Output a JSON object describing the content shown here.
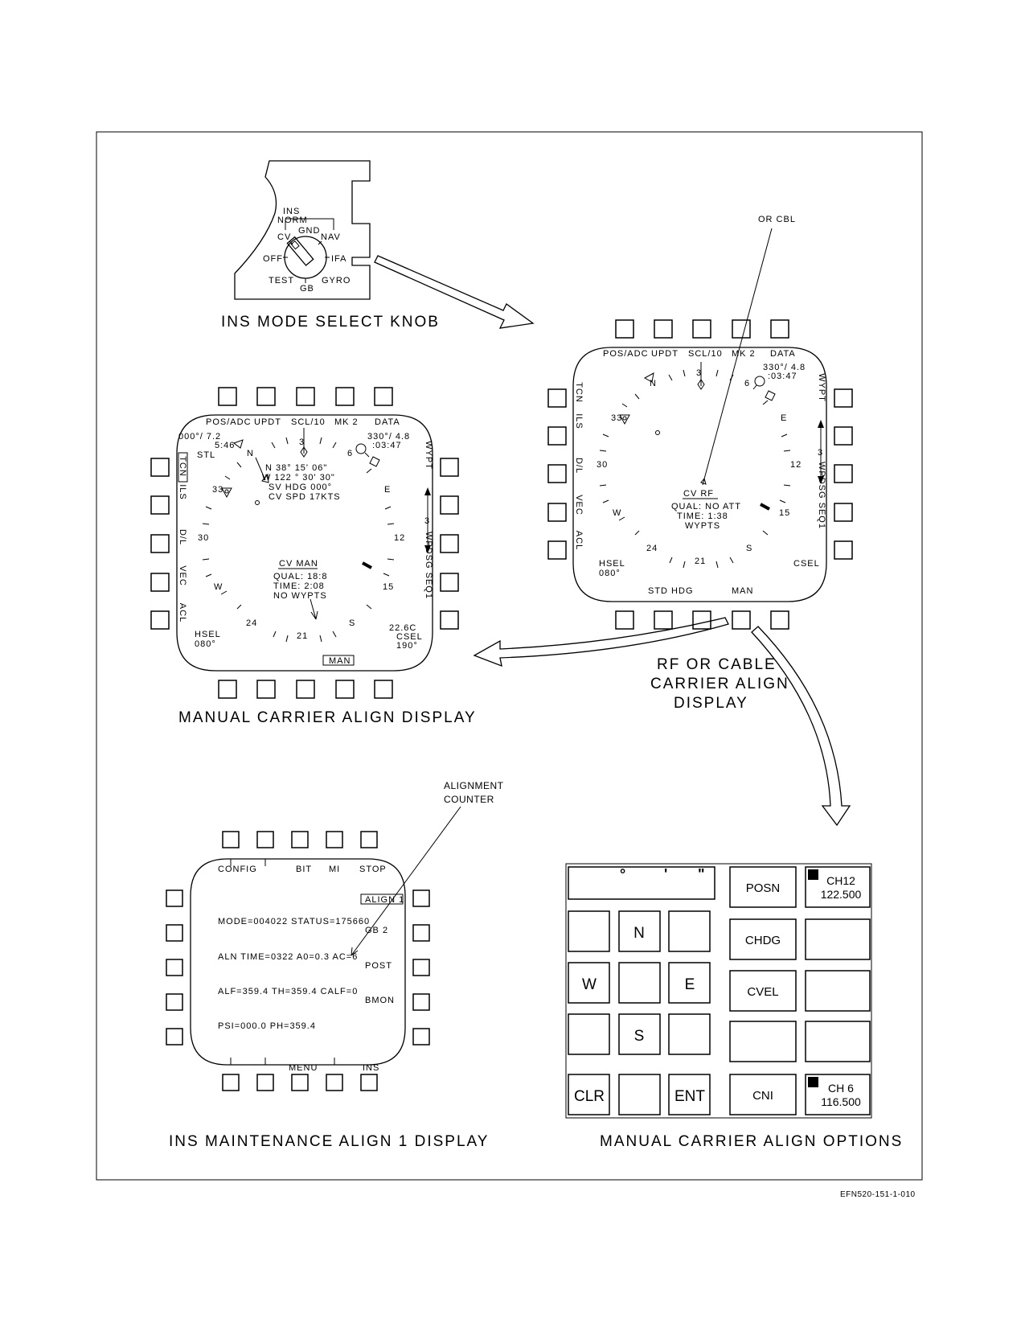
{
  "figure_id": "EFN520-151-1-010",
  "knob": {
    "caption": "INS MODE SELECT KNOB",
    "labels": {
      "ins": "INS",
      "norm": "NORM",
      "gnd": "GND",
      "cv": "CV",
      "nav": "NAV",
      "off": "OFF",
      "ifa": "IFA",
      "test": "TEST",
      "gb": "GB",
      "gyro": "GYRO"
    }
  },
  "callouts": {
    "or_cbl": "OR CBL",
    "alignment_counter_1": "ALIGNMENT",
    "alignment_counter_2": "COUNTER"
  },
  "manual_display": {
    "caption": "MANUAL CARRIER ALIGN DISPLAY",
    "top_buttons": [
      "POS/ADC",
      "UPDT",
      "SCL/10",
      "MK 2",
      "DATA"
    ],
    "left_labels": [
      "TCN",
      "ILS",
      "D/L",
      "VEC",
      "ACL"
    ],
    "right_labels": [
      "WYPT",
      "WPDSG SEQ1"
    ],
    "top_left_1": "000°/   7.2",
    "top_left_2": "5:46",
    "stl": "STL",
    "top_right_1": "330°/   4.8",
    "top_right_2": ":03:47",
    "info": [
      "N 38° 15' 06\"",
      "W 122 ° 30' 30\"",
      "SV HDG 000°",
      "CV SPD 17KTS"
    ],
    "cv_man": "CV MAN",
    "status": [
      "QUAL: 18:8",
      "TIME: 2:08",
      "NO WYPTS"
    ],
    "hsel": "HSEL",
    "hsel_val": "080°",
    "csel_1": "22.6C",
    "csel_2": "CSEL",
    "csel_3": "190°",
    "man_box": "MAN",
    "scale": "3",
    "compass": {
      "n": "N",
      "three": "3",
      "six": "6",
      "e": "E",
      "twelve": "12",
      "fifteen": "15",
      "s": "S",
      "twentyone": "21",
      "twentyfour": "24",
      "w": "W",
      "thirty": "30",
      "thirtythree": "33"
    }
  },
  "rf_display": {
    "caption": [
      "RF OR CABLE",
      "CARRIER ALIGN",
      "DISPLAY"
    ],
    "top_buttons": [
      "POS/ADC",
      "UPDT",
      "SCL/10",
      "MK 2",
      "DATA"
    ],
    "left_labels": [
      "TCN",
      "ILS",
      "D/L",
      "VEC",
      "ACL"
    ],
    "right_labels": [
      "WYPT",
      "WPDSG SEQ1"
    ],
    "top_right_1": "330°/   4.8",
    "top_right_2": ":03:47",
    "cv_rf": "CV RF",
    "status": [
      "QUAL: NO ATT",
      "TIME: 1:38",
      "WYPTS"
    ],
    "hsel": "HSEL",
    "hsel_val": "080°",
    "csel": "CSEL",
    "bottom_labels": [
      "STD HDG",
      "MAN"
    ],
    "scale": "3",
    "compass": {
      "n": "N",
      "three": "3",
      "six": "6",
      "e": "E",
      "twelve": "12",
      "fifteen": "15",
      "s": "S",
      "twentyone": "21",
      "twentyfour": "24",
      "w": "W",
      "thirty": "30",
      "thirtythree": "33"
    }
  },
  "maint_display": {
    "caption": "INS MAINTENANCE ALIGN 1 DISPLAY",
    "top_labels": [
      "CONFIG",
      "BIT",
      "MI",
      "STOP"
    ],
    "bottom_labels": [
      "MENU",
      "INS"
    ],
    "align_box": "ALIGN 1",
    "right_labels": [
      "GB 2",
      "POST",
      "BMON"
    ],
    "lines": [
      "MODE=004022  STATUS=175660",
      "ALN TIME=0322  A0=0.3  AC=6",
      "ALF=359.4  TH=359.4  CALF=0",
      "PSI=000.0  PH=359.4"
    ]
  },
  "keypad": {
    "caption": "MANUAL CARRIER ALIGN OPTIONS",
    "display_marks": [
      "°",
      "'",
      "\""
    ],
    "keys": [
      "N",
      "W",
      "E",
      "S",
      "CLR",
      "ENT"
    ],
    "options": [
      "POSN",
      "CHDG",
      "CVEL",
      "CNI"
    ],
    "ch_top": [
      "CH12",
      "122.500"
    ],
    "ch_bottom": [
      "CH 6",
      "116.500"
    ]
  }
}
